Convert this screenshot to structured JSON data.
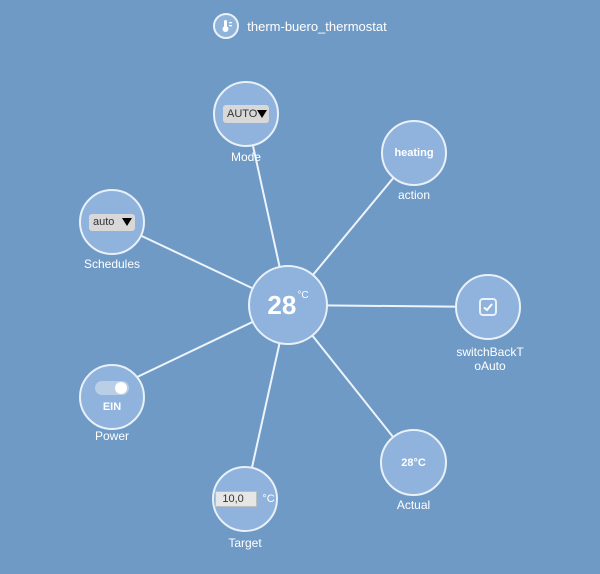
{
  "header": {
    "title": "therm-buero_thermostat",
    "icon": "thermostat-icon"
  },
  "center": {
    "value": "28",
    "unit": "°C"
  },
  "mode": {
    "label": "Mode",
    "selected": "AUTO"
  },
  "schedules": {
    "label": "Schedules",
    "selected": "auto"
  },
  "action": {
    "label": "action",
    "value": "heating"
  },
  "switch_back": {
    "label": "switchBackToAuto",
    "checked": true
  },
  "power": {
    "label": "Power",
    "value": "EIN",
    "on": true
  },
  "target": {
    "label": "Target",
    "value": "10,0",
    "unit": "°C"
  },
  "actual": {
    "label": "Actual",
    "value": "28°C"
  },
  "colors": {
    "background": "#6f9ac6",
    "node_fill": "#8fb3dc",
    "node_border": "#e8f0f8"
  }
}
